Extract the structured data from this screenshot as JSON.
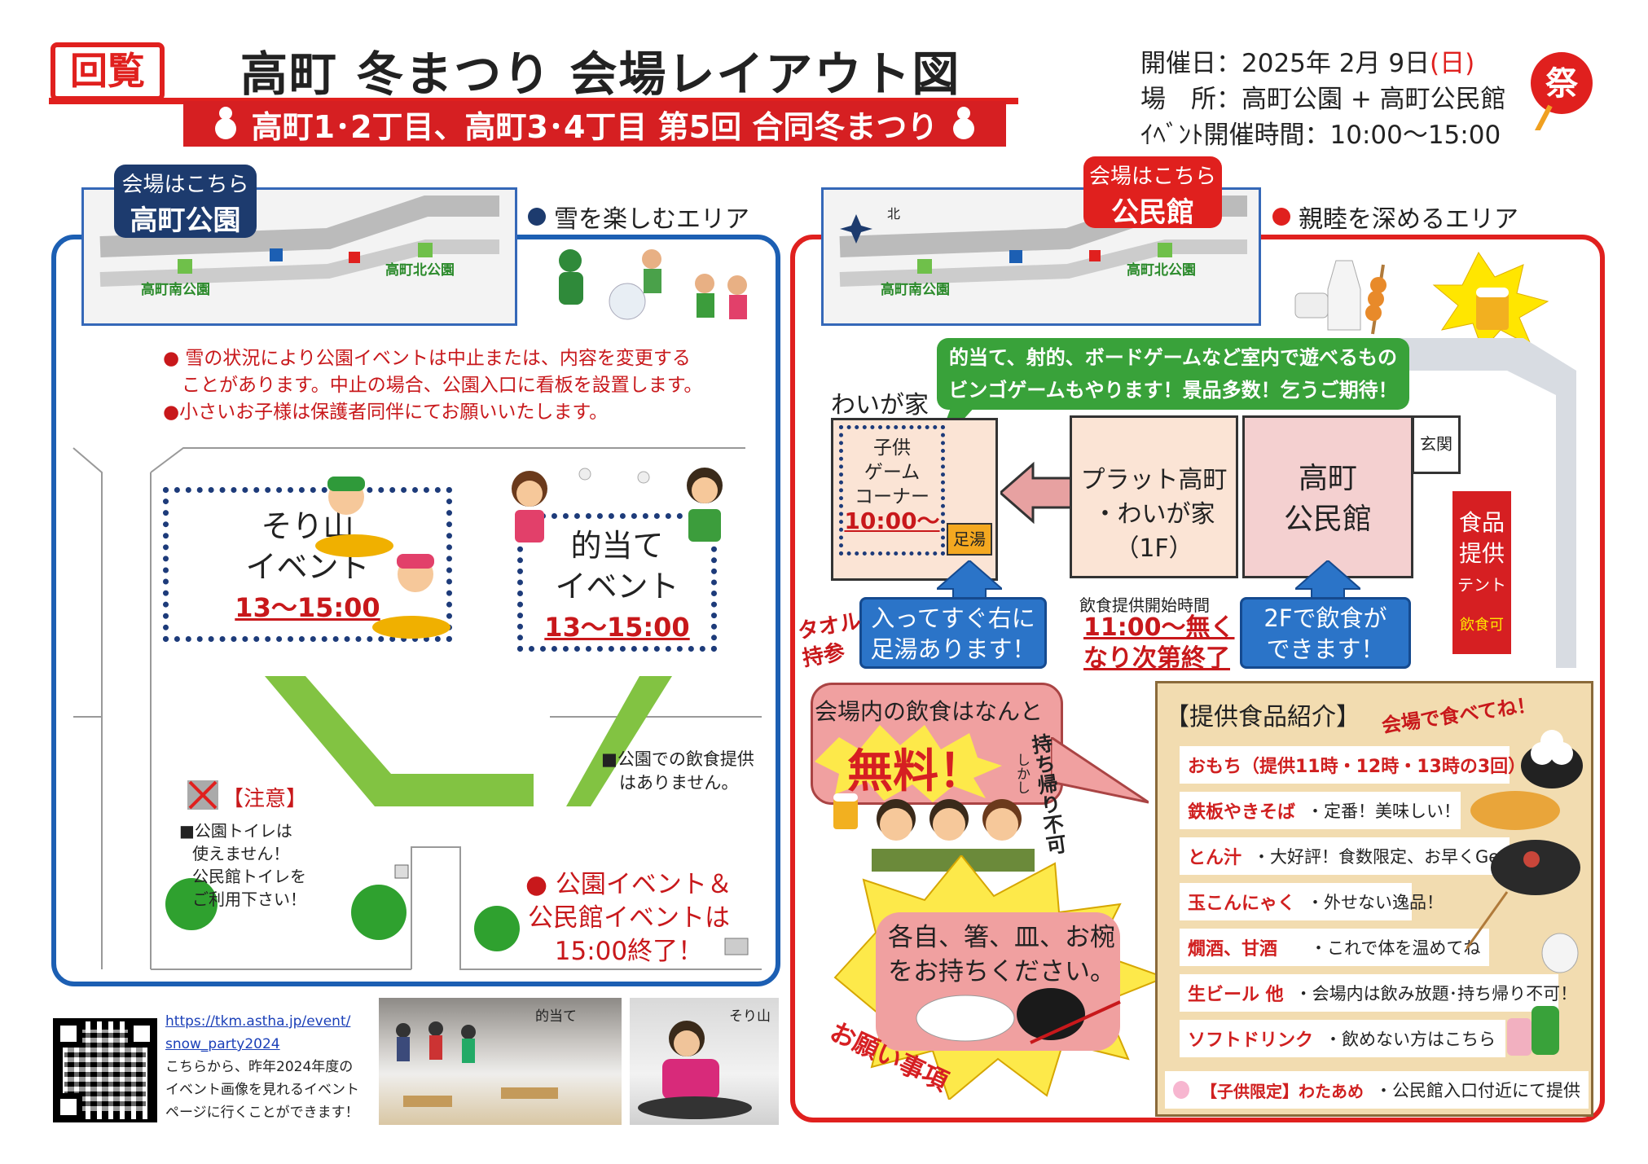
{
  "header": {
    "badge": "回覧",
    "title": "高町 冬まつり 会場レイアウト図",
    "subtitle": "高町1･2丁目、高町3･4丁目 第5回 合同冬まつり",
    "date_line": "開催日：2025年 2月 9日",
    "date_dow": "(日)",
    "place_line": "場　所：高町公園 + 高町公民館",
    "time_line": "ｲﾍﾞﾝﾄ開催時間：10:00〜15:00",
    "stamp": "祭"
  },
  "left": {
    "venue_callout_top": "会場はこちら",
    "venue_callout_name": "高町公園",
    "area_label": "雪を楽しむエリア",
    "map_labels": [
      "高町南公園",
      "高町北公園"
    ],
    "notes": [
      "● 雪の状況により公園イベントは中止または、内容を変更する",
      "　ことがあります。中止の場合、公園入口に看板を設置します。",
      "●小さいお子様は保護者同伴にてお願いいたします。"
    ],
    "sori_event": {
      "title1": "そり山",
      "title2": "イベント",
      "time": "13〜15:00"
    },
    "matoate_event": {
      "title1": "的当て",
      "title2": "イベント",
      "time": "13〜15:00"
    },
    "no_food": [
      "■公園での飲食提供",
      "はありません。"
    ],
    "caution_title": "【注意】",
    "caution_lines": [
      "■公園トイレは",
      "使えません！",
      "公民館トイレを",
      "ご利用下さい！"
    ],
    "end_notice": [
      "● 公園イベント＆",
      "公民館イベントは",
      "15:00終了！"
    ]
  },
  "right": {
    "venue_callout_top": "会場はこちら",
    "venue_callout_name": "公民館",
    "area_label": "親睦を深めるエリア",
    "north": "北",
    "map_labels": [
      "高町南公園",
      "高町北公園"
    ],
    "games_bubble": [
      "的当て、射的、ボードゲームなど室内で遊べるもの",
      "ビンゴゲームもやります！景品多数！乞うご期待！"
    ],
    "waigaya": "わいが家",
    "kids_corner": [
      "子供",
      "ゲーム",
      "コーナー"
    ],
    "kids_time": "10:00〜",
    "footbath": "足湯",
    "plat": [
      "プラット高町",
      "・わいが家",
      "（1F）"
    ],
    "kominkan": [
      "高町",
      "公民館"
    ],
    "genkan": "玄関",
    "food_tent": [
      "食品",
      "提供",
      "テント"
    ],
    "food_ok": "飲食可",
    "towel": [
      "タオル",
      "持参"
    ],
    "arrow1": [
      "入ってすぐ右に",
      "足湯あります！"
    ],
    "food_start_label": "飲食提供開始時間",
    "food_start": [
      "11:00〜無く",
      "なり次第終了"
    ],
    "arrow2": [
      "2Fで飲食が",
      "できます！"
    ],
    "free_bubble": {
      "line1": "会場内の飲食はなんと",
      "free": "無料！",
      "shikashi": "しかし",
      "takeout": "持ち帰り不可"
    },
    "request": {
      "lines": [
        "各自、箸、皿、お椀",
        "をお持ちください。"
      ],
      "tag": "お願い事項"
    }
  },
  "food": {
    "title": "【提供食品紹介】",
    "eat_here": "会場で食べてね！",
    "items": [
      {
        "name": "おもち（提供11時・12時・13時の3回）",
        "desc": ""
      },
      {
        "name": "鉄板やきそば",
        "desc": "・定番！美味しい！"
      },
      {
        "name": "とん汁",
        "desc": "・大好評！食数限定、お早くGet！"
      },
      {
        "name": "玉こんにゃく",
        "desc": "・外せない逸品！"
      },
      {
        "name": "燗酒、甘酒",
        "desc": "・これで体を温めてね"
      },
      {
        "name": "生ビール 他",
        "desc": "・会場内は飲み放題･持ち帰り不可！"
      },
      {
        "name": "ソフトドリンク",
        "desc": "・飲めない方はこちら"
      },
      {
        "name": "【子供限定】わたあめ",
        "desc": "・公民館入口付近にて提供"
      }
    ]
  },
  "footer": {
    "url_line1": "https://tkm.astha.jp/event/",
    "url_line2": "snow_party2024",
    "desc_lines": [
      "こちらから、昨年2024年度の",
      "イベント画像を見れるイベント",
      "ページに行くことができます！"
    ],
    "photo1_label": "的当て",
    "photo2_label": "そり山"
  },
  "colors": {
    "brand_red": "#e0201e",
    "brand_blue": "#1c5fb3",
    "path_green": "#82c342"
  }
}
